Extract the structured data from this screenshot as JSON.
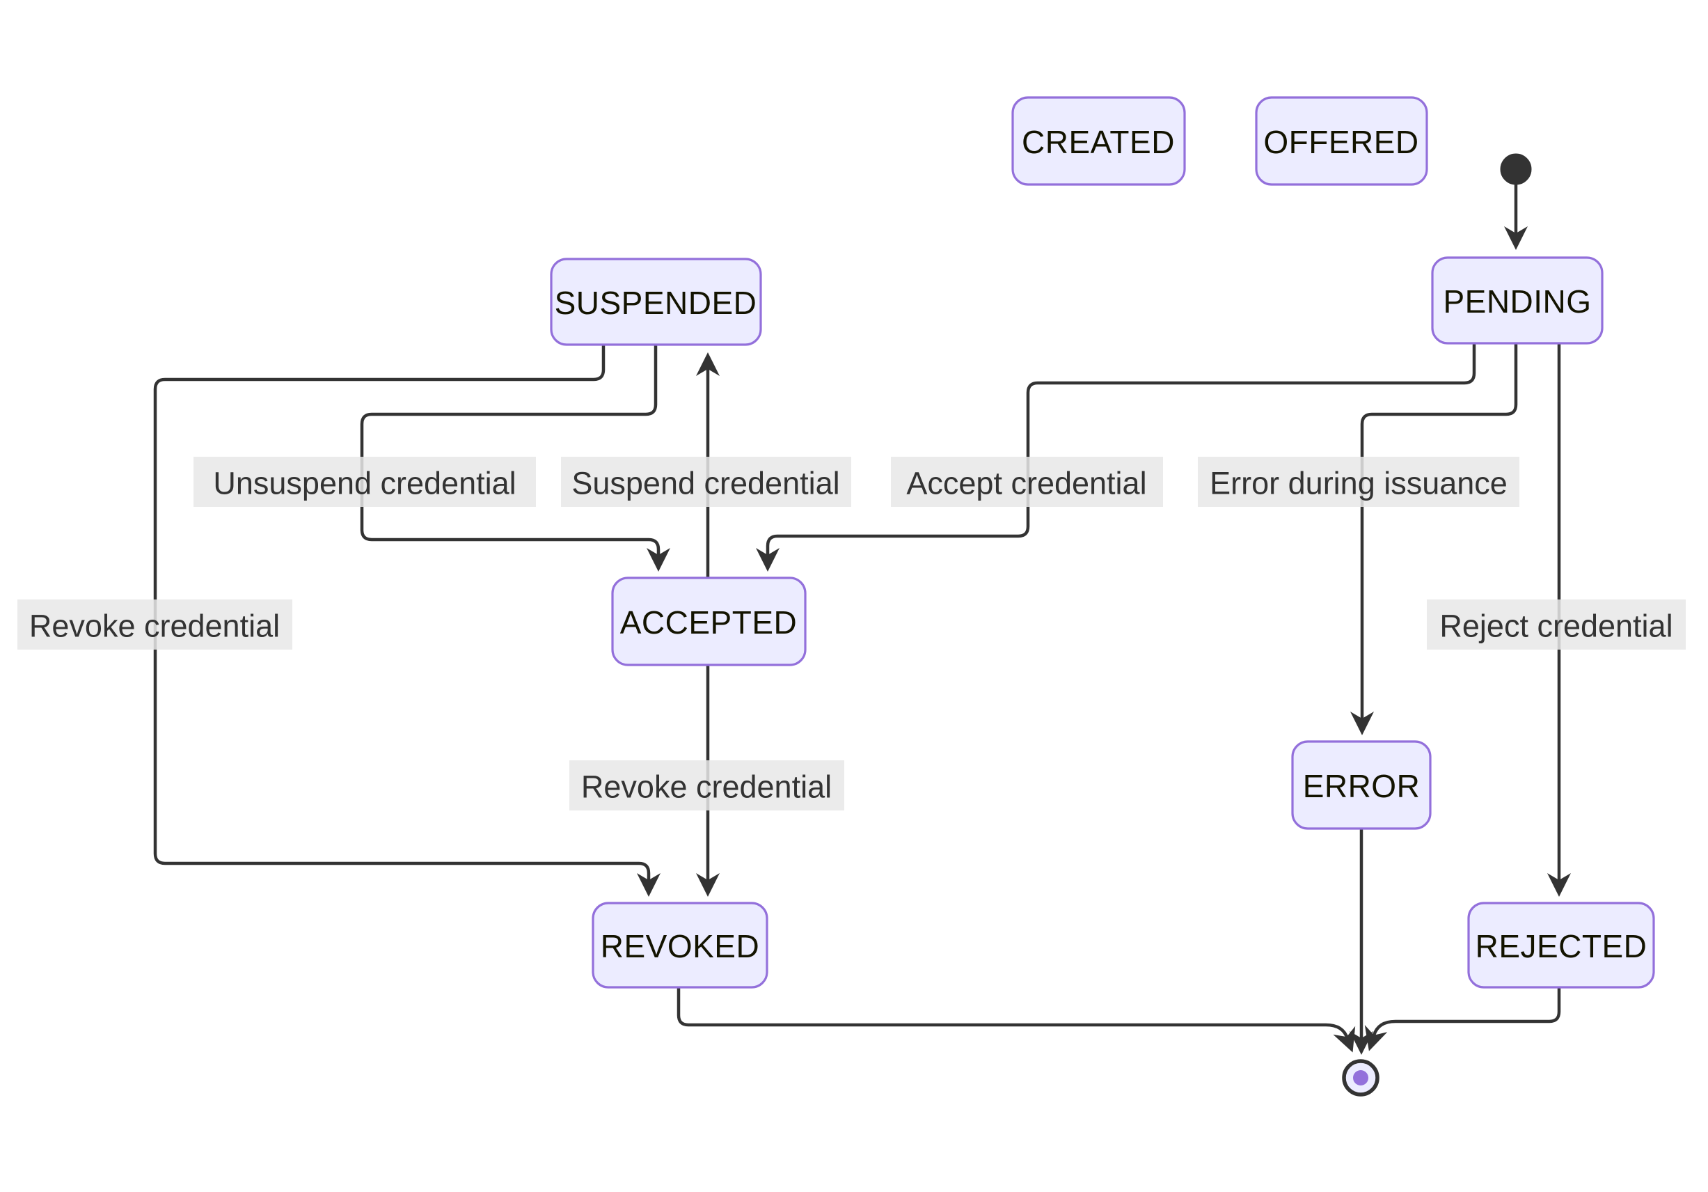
{
  "diagram": {
    "kind": "state-machine",
    "background": "#ffffff",
    "palette": {
      "state_fill": "#ECECFF",
      "state_border": "#9370DB",
      "state_text": "#131300",
      "edge_color": "#333333",
      "edge_label_bg": "#e8e8e8",
      "edge_label_text": "#333333",
      "start_marker_fill": "#333333",
      "final_ring_stroke": "#333333",
      "final_ring_fill": "#ECECFF",
      "final_dot_fill": "#9370DB"
    },
    "states": {
      "created": {
        "label": "CREATED"
      },
      "offered": {
        "label": "OFFERED"
      },
      "pending": {
        "label": "PENDING"
      },
      "suspended": {
        "label": "SUSPENDED"
      },
      "accepted": {
        "label": "ACCEPTED"
      },
      "error": {
        "label": "ERROR"
      },
      "revoked": {
        "label": "REVOKED"
      },
      "rejected": {
        "label": "REJECTED"
      }
    },
    "markers": {
      "start": "initial-state-dot",
      "end": "final-state-ring"
    },
    "transitions": [
      {
        "from": "[*]",
        "to": "PENDING",
        "label": ""
      },
      {
        "from": "PENDING",
        "to": "ACCEPTED",
        "label": "Accept credential"
      },
      {
        "from": "PENDING",
        "to": "ERROR",
        "label": "Error during issuance"
      },
      {
        "from": "PENDING",
        "to": "REJECTED",
        "label": "Reject credential"
      },
      {
        "from": "ACCEPTED",
        "to": "SUSPENDED",
        "label": "Suspend credential"
      },
      {
        "from": "SUSPENDED",
        "to": "ACCEPTED",
        "label": "Unsuspend credential"
      },
      {
        "from": "SUSPENDED",
        "to": "REVOKED",
        "label": "Revoke credential"
      },
      {
        "from": "ACCEPTED",
        "to": "REVOKED",
        "label": "Revoke credential"
      },
      {
        "from": "REVOKED",
        "to": "[*]",
        "label": ""
      },
      {
        "from": "ERROR",
        "to": "[*]",
        "label": ""
      },
      {
        "from": "REJECTED",
        "to": "[*]",
        "label": ""
      }
    ]
  }
}
